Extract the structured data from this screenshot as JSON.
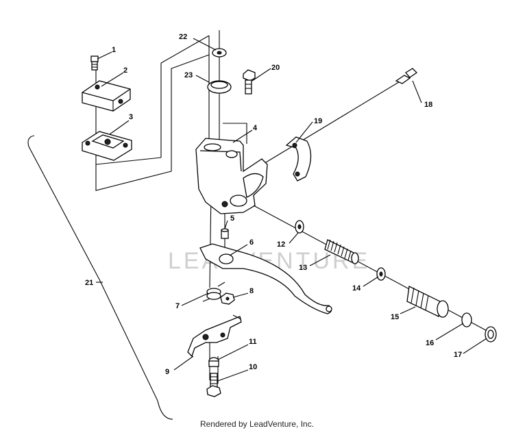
{
  "watermark": "LEADVENTURE",
  "footer": "Rendered by LeadVenture, Inc.",
  "callouts": {
    "c1": "1",
    "c2": "2",
    "c3": "3",
    "c4": "4",
    "c5": "5",
    "c6": "6",
    "c7": "7",
    "c8": "8",
    "c9": "9",
    "c10": "10",
    "c11": "11",
    "c12": "12",
    "c13": "13",
    "c14": "14",
    "c15": "15",
    "c16": "16",
    "c17": "17",
    "c18": "18",
    "c19": "19",
    "c20": "20",
    "c21": "21",
    "c22": "22",
    "c23": "23"
  }
}
